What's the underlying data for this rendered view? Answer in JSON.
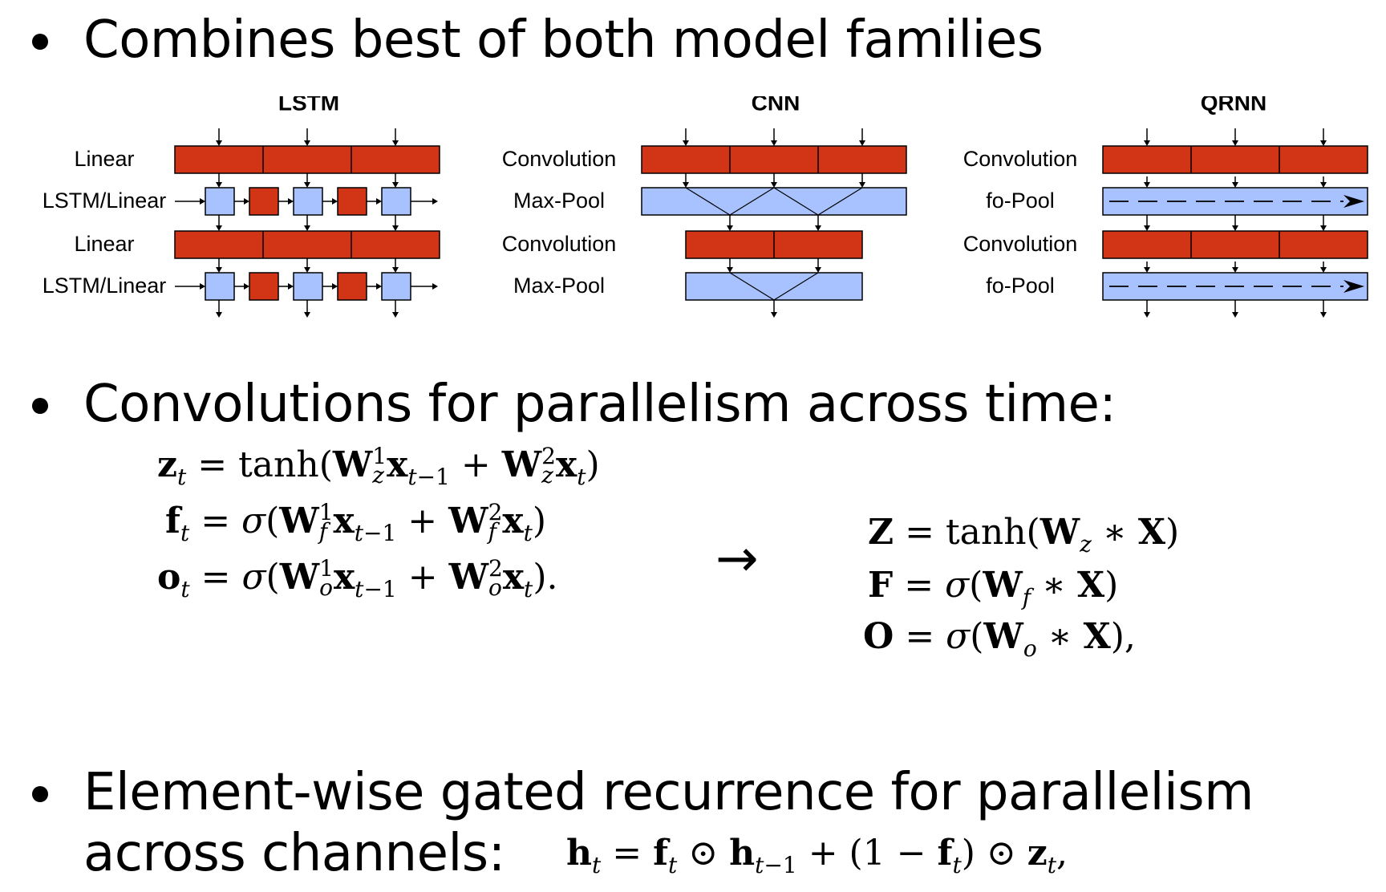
{
  "bullets": [
    {
      "text": "Combines best of both model families"
    },
    {
      "text": "Convolutions for parallelism across time:"
    },
    {
      "text": "Element-wise gated recurrence for parallelism"
    },
    {
      "text": "across channels:"
    }
  ],
  "diagram": {
    "panels": [
      {
        "title": "LSTM",
        "rows": [
          "Linear",
          "LSTM/Linear",
          "Linear",
          "LSTM/Linear"
        ]
      },
      {
        "title": "CNN",
        "rows": [
          "Convolution",
          "Max-Pool",
          "Convolution",
          "Max-Pool"
        ]
      },
      {
        "title": "QRNN",
        "rows": [
          "Convolution",
          "fo-Pool",
          "Convolution",
          "fo-Pool"
        ]
      }
    ],
    "colors": {
      "red": "#d23416",
      "red_border": "#000000",
      "blue": "#a8c1ff"
    }
  },
  "equations": {
    "left": [
      "z_t = tanh(W_z^1 x_{t-1} + W_z^2 x_t)",
      "f_t = σ(W_f^1 x_{t-1} + W_f^2 x_t)",
      "o_t = σ(W_o^1 x_{t-1} + W_o^2 x_t)."
    ],
    "arrow": "→",
    "right": [
      "Z = tanh(W_z ∗ X)",
      "F = σ(W_f ∗ X)",
      "O = σ(W_o ∗ X),"
    ],
    "recurrence": "h_t = f_t ⊙ h_{t-1} + (1 − f_t) ⊙ z_t,"
  }
}
